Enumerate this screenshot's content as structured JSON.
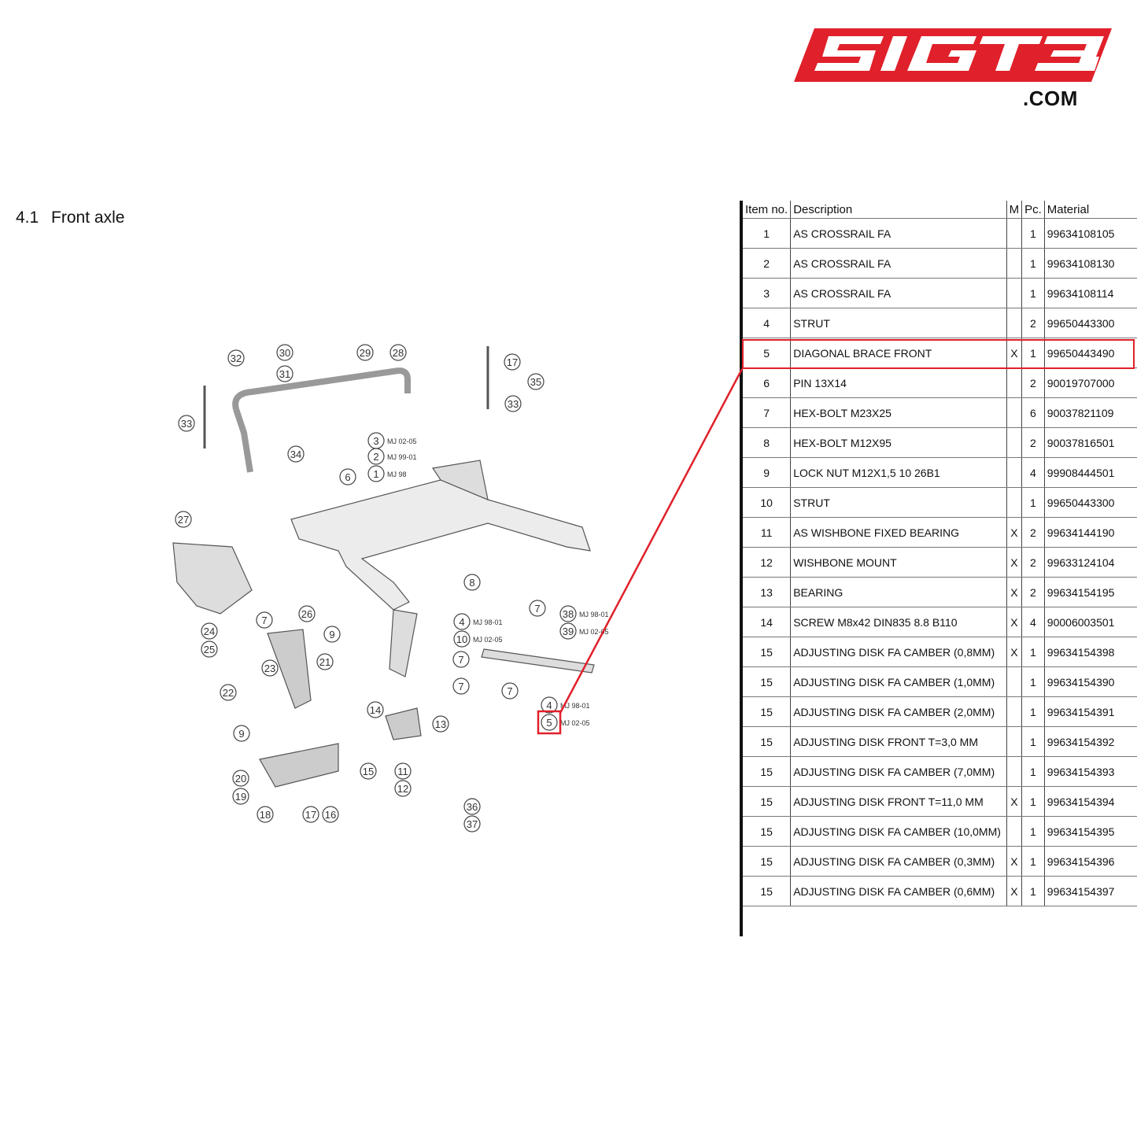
{
  "brand": {
    "logo_text": "SIGT3",
    "domain": ".COM",
    "accent": "#e0202a"
  },
  "section": {
    "number": "4.1",
    "title": "Front axle"
  },
  "diagram": {
    "callouts": [
      {
        "n": "32"
      },
      {
        "n": "30"
      },
      {
        "n": "29"
      },
      {
        "n": "28"
      },
      {
        "n": "17"
      },
      {
        "n": "35"
      },
      {
        "n": "31"
      },
      {
        "n": "33"
      },
      {
        "n": "33"
      },
      {
        "n": "34"
      },
      {
        "n": "3",
        "tag": "MJ 02-05"
      },
      {
        "n": "2",
        "tag": "MJ 99-01"
      },
      {
        "n": "1",
        "tag": "MJ 98"
      },
      {
        "n": "6"
      },
      {
        "n": "27"
      },
      {
        "n": "8"
      },
      {
        "n": "7"
      },
      {
        "n": "38",
        "tag": "MJ 98-01"
      },
      {
        "n": "39",
        "tag": "MJ 02-05"
      },
      {
        "n": "7"
      },
      {
        "n": "26"
      },
      {
        "n": "9"
      },
      {
        "n": "4",
        "tag": "MJ 98-01"
      },
      {
        "n": "10",
        "tag": "MJ 02-05"
      },
      {
        "n": "24"
      },
      {
        "n": "25"
      },
      {
        "n": "21"
      },
      {
        "n": "23"
      },
      {
        "n": "7"
      },
      {
        "n": "22"
      },
      {
        "n": "7"
      },
      {
        "n": "7"
      },
      {
        "n": "14"
      },
      {
        "n": "13"
      },
      {
        "n": "4",
        "tag": "MJ 98-01"
      },
      {
        "n": "5",
        "tag": "MJ 02-05"
      },
      {
        "n": "9"
      },
      {
        "n": "15"
      },
      {
        "n": "11"
      },
      {
        "n": "12"
      },
      {
        "n": "20"
      },
      {
        "n": "19"
      },
      {
        "n": "18"
      },
      {
        "n": "17"
      },
      {
        "n": "16"
      },
      {
        "n": "36"
      },
      {
        "n": "37"
      }
    ]
  },
  "table": {
    "headers": {
      "item": "Item no.",
      "desc": "Description",
      "m": "M",
      "pc": "Pc.",
      "mat": "Material"
    },
    "rows": [
      {
        "item": "1",
        "desc": "AS CROSSRAIL FA",
        "m": "",
        "pc": "1",
        "mat": "99634108105"
      },
      {
        "item": "2",
        "desc": "AS CROSSRAIL FA",
        "m": "",
        "pc": "1",
        "mat": "99634108130"
      },
      {
        "item": "3",
        "desc": "AS CROSSRAIL FA",
        "m": "",
        "pc": "1",
        "mat": "99634108114"
      },
      {
        "item": "4",
        "desc": "STRUT",
        "m": "",
        "pc": "2",
        "mat": "99650443300"
      },
      {
        "item": "5",
        "desc": "DIAGONAL BRACE FRONT",
        "m": "X",
        "pc": "1",
        "mat": "99650443490"
      },
      {
        "item": "6",
        "desc": "PIN 13X14",
        "m": "",
        "pc": "2",
        "mat": "90019707000"
      },
      {
        "item": "7",
        "desc": "HEX-BOLT M23X25",
        "m": "",
        "pc": "6",
        "mat": "90037821109"
      },
      {
        "item": "8",
        "desc": "HEX-BOLT M12X95",
        "m": "",
        "pc": "2",
        "mat": "90037816501"
      },
      {
        "item": "9",
        "desc": "LOCK NUT M12X1,5 10 26B1",
        "m": "",
        "pc": "4",
        "mat": "99908444501"
      },
      {
        "item": "10",
        "desc": "STRUT",
        "m": "",
        "pc": "1",
        "mat": "99650443300"
      },
      {
        "item": "11",
        "desc": "AS WISHBONE FIXED BEARING",
        "m": "X",
        "pc": "2",
        "mat": "99634144190"
      },
      {
        "item": "12",
        "desc": "WISHBONE MOUNT",
        "m": "X",
        "pc": "2",
        "mat": "99633124104"
      },
      {
        "item": "13",
        "desc": "BEARING",
        "m": "X",
        "pc": "2",
        "mat": "99634154195"
      },
      {
        "item": "14",
        "desc": "SCREW M8x42 DIN835 8.8 B110",
        "m": "X",
        "pc": "4",
        "mat": "90006003501"
      },
      {
        "item": "15",
        "desc": "ADJUSTING DISK FA CAMBER (0,8MM)",
        "m": "X",
        "pc": "1",
        "mat": "99634154398"
      },
      {
        "item": "15",
        "desc": "ADJUSTING DISK FA CAMBER (1,0MM)",
        "m": "",
        "pc": "1",
        "mat": "99634154390"
      },
      {
        "item": "15",
        "desc": "ADJUSTING DISK FA CAMBER (2,0MM)",
        "m": "",
        "pc": "1",
        "mat": "99634154391"
      },
      {
        "item": "15",
        "desc": "ADJUSTING DISK FRONT T=3,0 MM",
        "m": "",
        "pc": "1",
        "mat": "99634154392"
      },
      {
        "item": "15",
        "desc": "ADJUSTING DISK FA CAMBER (7,0MM)",
        "m": "",
        "pc": "1",
        "mat": "99634154393"
      },
      {
        "item": "15",
        "desc": "ADJUSTING DISK FRONT T=11,0 MM",
        "m": "X",
        "pc": "1",
        "mat": "99634154394"
      },
      {
        "item": "15",
        "desc": "ADJUSTING DISK FA CAMBER (10,0MM)",
        "m": "",
        "pc": "1",
        "mat": "99634154395"
      },
      {
        "item": "15",
        "desc": "ADJUSTING DISK FA CAMBER (0,3MM)",
        "m": "X",
        "pc": "1",
        "mat": "99634154396"
      },
      {
        "item": "15",
        "desc": "ADJUSTING DISK FA CAMBER (0,6MM)",
        "m": "X",
        "pc": "1",
        "mat": "99634154397"
      }
    ]
  }
}
